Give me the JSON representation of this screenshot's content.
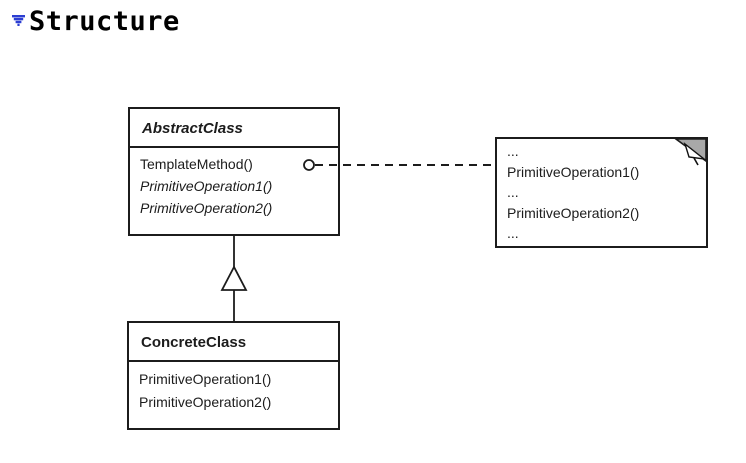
{
  "header": {
    "title": "Structure",
    "marker_color": "#2c3ed2"
  },
  "diagram": {
    "abstract_class": {
      "title": "AbstractClass",
      "methods": [
        {
          "label": "TemplateMethod()",
          "emphasis": "normal"
        },
        {
          "label": "PrimitiveOperation1()",
          "emphasis": "italic"
        },
        {
          "label": "PrimitiveOperation2()",
          "emphasis": "italic"
        }
      ]
    },
    "concrete_class": {
      "title": "ConcreteClass",
      "methods": [
        {
          "label": "PrimitiveOperation1()",
          "emphasis": "normal"
        },
        {
          "label": "PrimitiveOperation2()",
          "emphasis": "normal"
        }
      ]
    },
    "note": {
      "lines": [
        "...",
        "PrimitiveOperation1()",
        "...",
        "PrimitiveOperation2()",
        "..."
      ]
    },
    "relationships": [
      {
        "type": "note-attachment",
        "from": "AbstractClass.TemplateMethod()",
        "to": "pseudocode-note",
        "style": "dashed-with-circle-anchor"
      },
      {
        "type": "generalization",
        "from": "ConcreteClass",
        "to": "AbstractClass",
        "style": "hollow-triangle"
      }
    ],
    "colors": {
      "line": "#1c1c1c",
      "fold_fill": "#a8a8a8",
      "background": "#ffffff"
    }
  }
}
